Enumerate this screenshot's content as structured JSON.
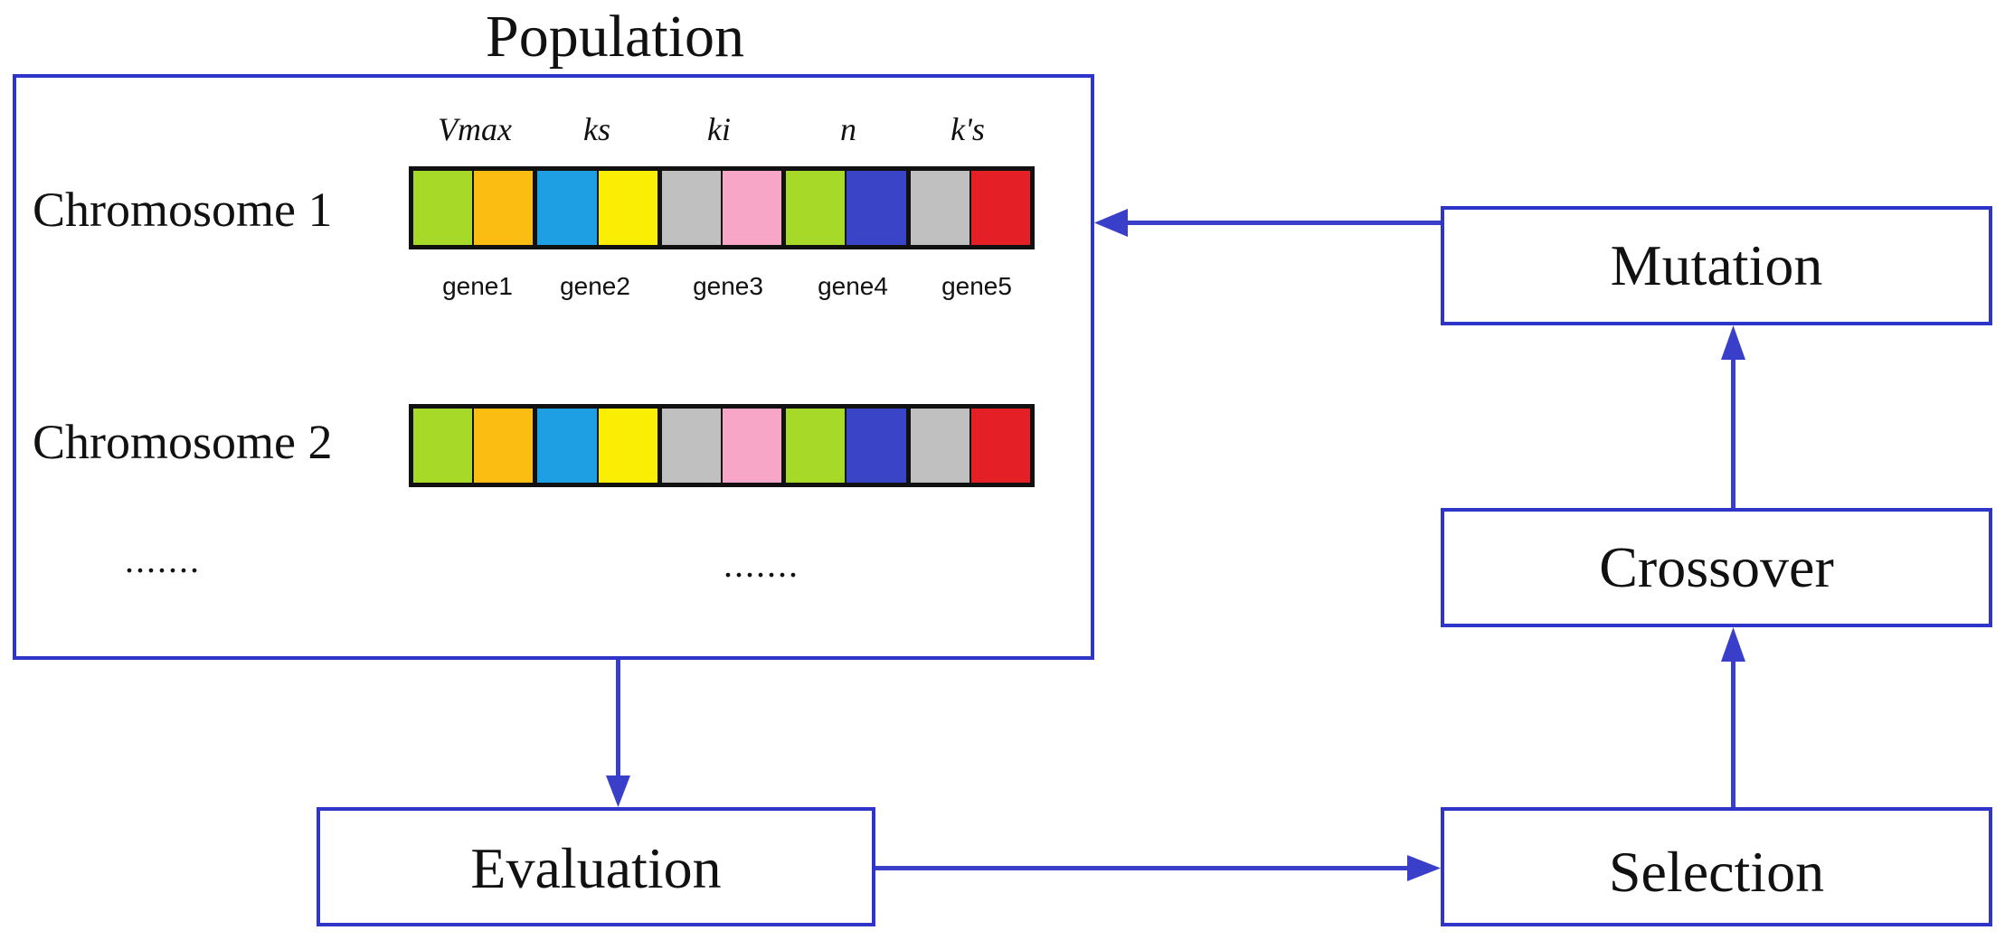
{
  "population": {
    "title": "Population",
    "chromosomes": [
      {
        "label": "Chromosome 1",
        "colors": [
          "#a6d928",
          "#fbbd12",
          "#1e9fe3",
          "#fbee05",
          "#c0c0c0",
          "#f7a6c7",
          "#a6d928",
          "#3a44c6",
          "#c0c0c0",
          "#e41f26"
        ]
      },
      {
        "label": "Chromosome 2",
        "colors": [
          "#a6d928",
          "#fbbd12",
          "#1e9fe3",
          "#fbee05",
          "#c0c0c0",
          "#f7a6c7",
          "#a6d928",
          "#3a44c6",
          "#c0c0c0",
          "#e41f26"
        ]
      }
    ],
    "parameters": [
      "Vmax",
      "ks",
      "ki",
      "n",
      "k's"
    ],
    "genes": [
      "gene1",
      "gene2",
      "gene3",
      "gene4",
      "gene5"
    ],
    "ellipsis_left": ".......",
    "ellipsis_right": "......."
  },
  "steps": {
    "evaluation": "Evaluation",
    "selection": "Selection",
    "crossover": "Crossover",
    "mutation": "Mutation"
  },
  "colors": {
    "box_border": "#2f35c8",
    "arrow": "#3a3fc9"
  }
}
